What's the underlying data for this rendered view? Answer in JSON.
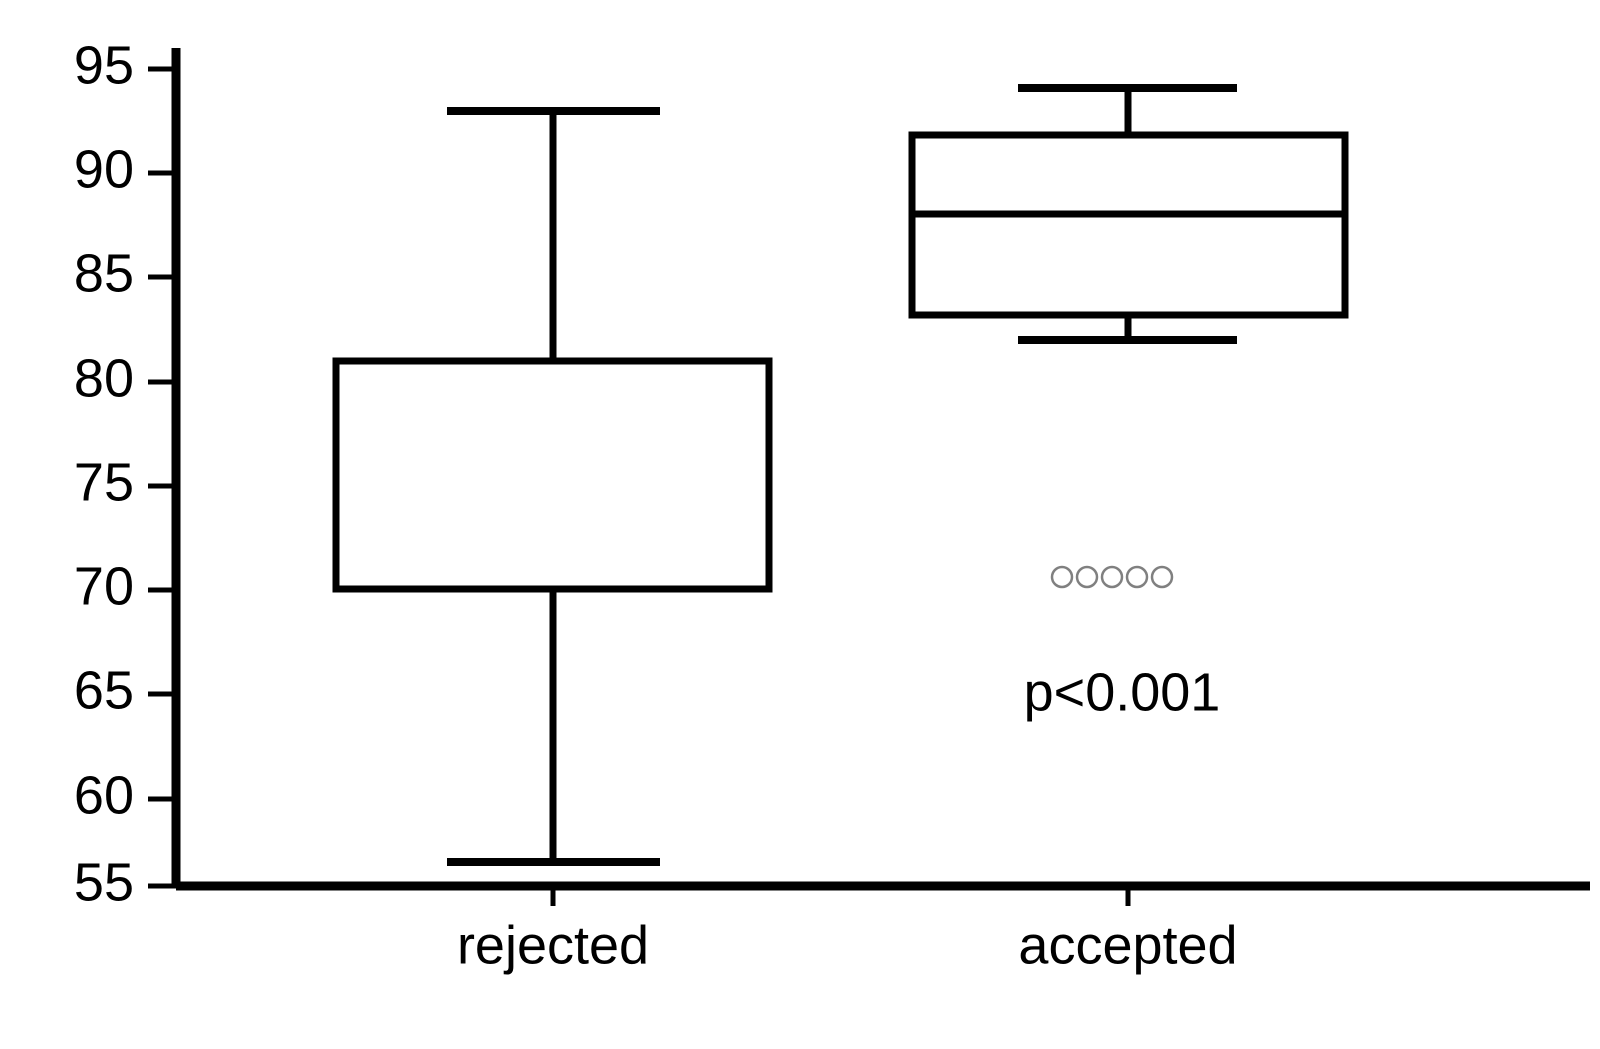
{
  "chart_data": {
    "type": "box",
    "title": "",
    "xlabel": "",
    "ylabel": "",
    "ylim": [
      55,
      95
    ],
    "yticks": [
      55,
      60,
      65,
      70,
      75,
      80,
      85,
      90,
      95
    ],
    "ytick_labels": [
      "55",
      "60",
      "65",
      "70",
      "75",
      "80",
      "85",
      "90",
      "95"
    ],
    "grid": false,
    "legend": null,
    "categories": [
      "rejected",
      "accepted"
    ],
    "boxes": [
      {
        "category": "rejected",
        "whisker_low": 57,
        "q1": 70,
        "median": 70,
        "q3": 81,
        "whisker_high": 93,
        "outliers": []
      },
      {
        "category": "accepted",
        "whisker_low": 82,
        "q1": 83.3,
        "median": 88,
        "q3": 92,
        "whisker_high": 94,
        "outliers": []
      }
    ],
    "annotations": [
      {
        "name": "p-value",
        "text": "p<0.001",
        "x_category": "accepted",
        "y_value": 64.9
      },
      {
        "name": "circle-marker-row",
        "text": "○○○○○",
        "count": 5,
        "x_category": "accepted",
        "y_value": 70,
        "color": "#808080"
      }
    ]
  },
  "axis": {
    "y_tick_labels": [
      "95",
      "90",
      "85",
      "80",
      "75",
      "70",
      "65",
      "60",
      "55"
    ],
    "x_tick_labels": [
      "rejected",
      "accepted"
    ]
  },
  "annotations": {
    "p_value_text": "p<0.001"
  },
  "colors": {
    "line": "#000000",
    "background": "#ffffff",
    "marker": "#808080"
  }
}
